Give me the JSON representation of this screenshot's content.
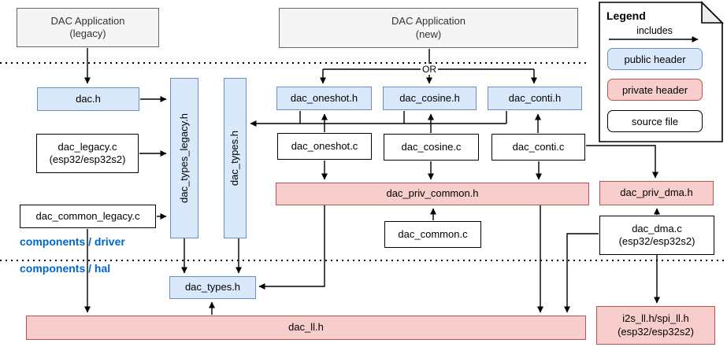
{
  "nodes": {
    "app_legacy": {
      "label": "DAC Application\n(legacy)"
    },
    "app_new": {
      "label": "DAC Application\n(new)"
    },
    "dac_h": {
      "label": "dac.h"
    },
    "dac_types_legacy_h": {
      "label": "dac_types_legacy.h"
    },
    "dac_types_h_driver": {
      "label": "dac_types.h"
    },
    "dac_legacy_c": {
      "label": "dac_legacy.c\n(esp32/esp32s2)"
    },
    "dac_common_legacy_c": {
      "label": "dac_common_legacy.c"
    },
    "dac_oneshot_h": {
      "label": "dac_oneshot.h"
    },
    "dac_cosine_h": {
      "label": "dac_cosine.h"
    },
    "dac_conti_h": {
      "label": "dac_conti.h"
    },
    "dac_oneshot_c": {
      "label": "dac_oneshot.c"
    },
    "dac_cosine_c": {
      "label": "dac_cosine.c"
    },
    "dac_conti_c": {
      "label": "dac_conti.c"
    },
    "dac_priv_common_h": {
      "label": "dac_priv_common.h"
    },
    "dac_common_c": {
      "label": "dac_common.c"
    },
    "dac_priv_dma_h": {
      "label": "dac_priv_dma.h"
    },
    "dac_dma_c": {
      "label": "dac_dma.c\n(esp32/esp32s2)"
    },
    "dac_types_h_hal": {
      "label": "dac_types.h"
    },
    "dac_ll_h": {
      "label": "dac_ll.h"
    },
    "i2s_spi_ll_h": {
      "label": "i2s_ll.h/spi_ll.h\n(esp32/esp32s2)"
    }
  },
  "labels": {
    "or": "OR",
    "layer_driver": "components / driver",
    "layer_hal": "components / hal"
  },
  "legend": {
    "title": "Legend",
    "includes": "includes",
    "public_header": "public header",
    "private_header": "private header",
    "source_file": "source file"
  },
  "colors": {
    "public_header_fill": "#dae8fc",
    "public_header_stroke": "#6c8ebf",
    "private_header_fill": "#f8cecc",
    "private_header_stroke": "#b85450",
    "application_fill": "#f5f5f5",
    "application_stroke": "#666666",
    "source_file_fill": "#ffffff",
    "layer_label_text": "#0066cc",
    "connector": "#000000"
  }
}
